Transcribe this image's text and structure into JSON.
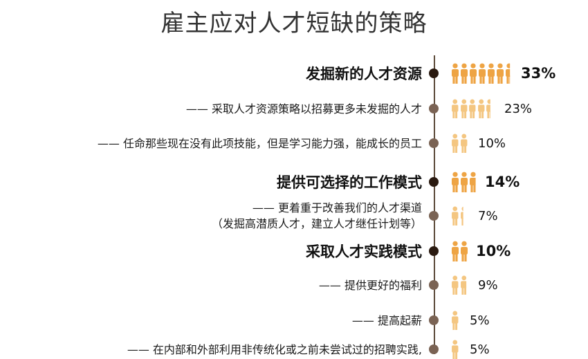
{
  "title": "雇主应对人才短缺的策略",
  "colors": {
    "major_icon": "#eea444",
    "minor_icon": "#f4c681",
    "major_dot": "#2a1a10",
    "minor_dot": "#7a6354",
    "timeline": "#5c4a3a"
  },
  "chart_data": {
    "type": "bar",
    "title": "雇主应对人才短缺的策略",
    "xlabel": "",
    "ylabel": "",
    "unit": "%",
    "categories": [
      "发掘新的人才资源",
      "—— 采取人才资源策略以招募更多未发掘的人才",
      "—— 任命那些现在没有此项技能，但是学习能力强，能成长的员工",
      "提供可选择的工作模式",
      "—— 更着重于改善我们的人才渠道（发掘高潜质人才，建立人才继任计划等）",
      "采取人才实践模式",
      "—— 提供更好的福利",
      "—— 提高起薪",
      "—— 在内部和外部利用非传统化或之前未尝试过的招聘实践,"
    ],
    "values": [
      33,
      23,
      10,
      14,
      7,
      10,
      9,
      5,
      5
    ],
    "value_labels": [
      "33%",
      "23%",
      "10%",
      "14%",
      "7%",
      "10%",
      "9%",
      "5%",
      "5%"
    ],
    "levels": [
      "major",
      "minor",
      "minor",
      "major",
      "minor",
      "major",
      "minor",
      "minor",
      "minor"
    ],
    "label_lines": [
      [
        "发掘新的人才资源"
      ],
      [
        "—— 采取人才资源策略以招募更多未发掘的人才"
      ],
      [
        "—— 任命那些现在没有此项技能，但是学习能力强，能成长的员工"
      ],
      [
        "提供可选择的工作模式"
      ],
      [
        "—— 更着重于改善我们的人才渠道",
        "（发掘高潜质人才，建立人才继任计划等）"
      ],
      [
        "采取人才实践模式"
      ],
      [
        "—— 提供更好的福利"
      ],
      [
        "—— 提高起薪"
      ],
      [
        "—— 在内部和外部利用非传统化或之前未尝试过的招聘实践,"
      ]
    ],
    "icon": "person-icon",
    "icon_unit_percent": 5,
    "grid": false
  }
}
